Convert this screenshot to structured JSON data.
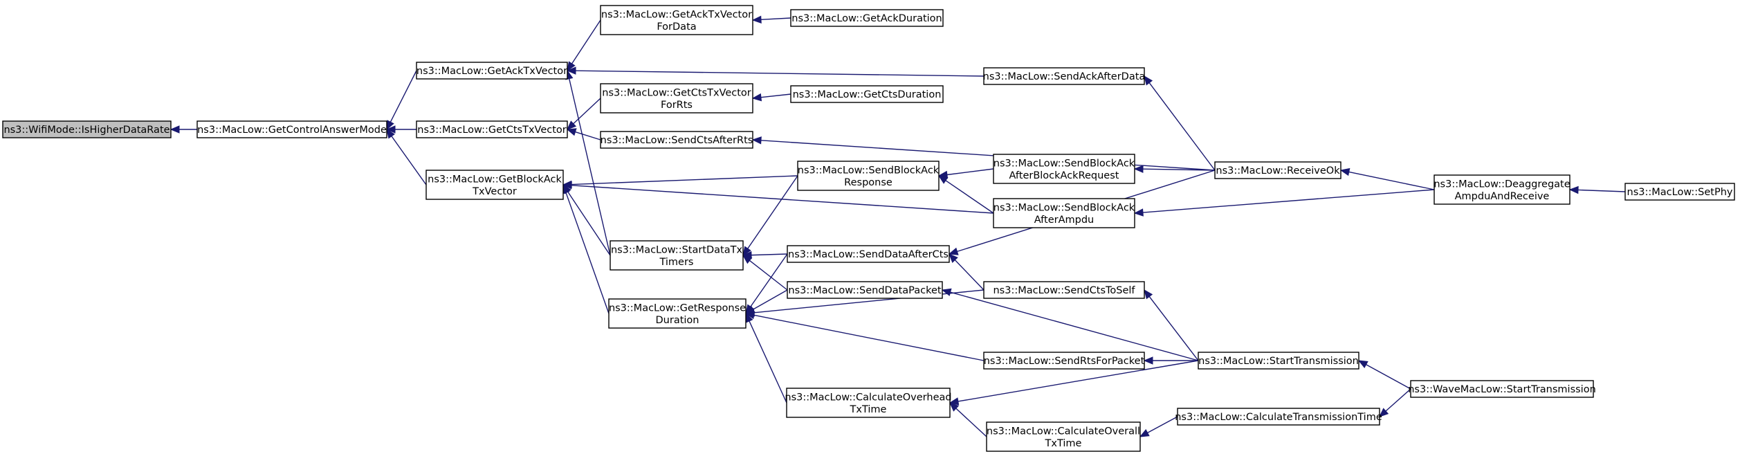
{
  "graph": {
    "colors": {
      "edge": "#191970",
      "node_border": "#000000",
      "root_fill": "#bfbfbf",
      "node_fill": "#ffffff"
    },
    "nodes": {
      "is_higher_data_rate": [
        "ns3::WifiMode::IsHigherDataRate"
      ],
      "get_control_answer_mode": [
        "ns3::MacLow::GetControlAnswerMode"
      ],
      "get_ack_tx_vector": [
        "ns3::MacLow::GetAckTxVector"
      ],
      "get_cts_tx_vector": [
        "ns3::MacLow::GetCtsTxVector"
      ],
      "get_block_ack_tx_vector": [
        "ns3::MacLow::GetBlockAck",
        "TxVector"
      ],
      "get_response_duration": [
        "ns3::MacLow::GetResponse",
        "Duration"
      ],
      "get_ack_tx_vector_for_data": [
        "ns3::MacLow::GetAckTxVector",
        "ForData"
      ],
      "get_cts_tx_vector_for_rts": [
        "ns3::MacLow::GetCtsTxVector",
        "ForRts"
      ],
      "send_cts_after_rts": [
        "ns3::MacLow::SendCtsAfterRts"
      ],
      "start_data_tx_timers": [
        "ns3::MacLow::StartDataTx",
        "Timers"
      ],
      "send_block_ack_response": [
        "ns3::MacLow::SendBlockAck",
        "Response"
      ],
      "send_data_after_cts": [
        "ns3::MacLow::SendDataAfterCts"
      ],
      "send_data_packet": [
        "ns3::MacLow::SendDataPacket"
      ],
      "calculate_overhead_tx_time": [
        "ns3::MacLow::CalculateOverhead",
        "TxTime"
      ],
      "get_ack_duration": [
        "ns3::MacLow::GetAckDuration"
      ],
      "get_cts_duration": [
        "ns3::MacLow::GetCtsDuration"
      ],
      "send_ack_after_data": [
        "ns3::MacLow::SendAckAfterData"
      ],
      "send_block_ack_after_bar": [
        "ns3::MacLow::SendBlockAck",
        "AfterBlockAckRequest"
      ],
      "send_block_ack_after_ampdu": [
        "ns3::MacLow::SendBlockAck",
        "AfterAmpdu"
      ],
      "send_cts_to_self": [
        "ns3::MacLow::SendCtsToSelf"
      ],
      "send_rts_for_packet": [
        "ns3::MacLow::SendRtsForPacket"
      ],
      "calculate_overall_tx_time": [
        "ns3::MacLow::CalculateOverall",
        "TxTime"
      ],
      "receive_ok": [
        "ns3::MacLow::ReceiveOk"
      ],
      "start_transmission": [
        "ns3::MacLow::StartTransmission"
      ],
      "calculate_transmission_time": [
        "ns3::MacLow::CalculateTransmissionTime"
      ],
      "deaggregate_ampdu_and_receive": [
        "ns3::MacLow::Deaggregate",
        "AmpduAndReceive"
      ],
      "wave_start_transmission": [
        "ns3::WaveMacLow::StartTransmission"
      ],
      "set_phy": [
        "ns3::MacLow::SetPhy"
      ]
    },
    "edges": [
      [
        "get_control_answer_mode",
        "is_higher_data_rate"
      ],
      [
        "get_ack_tx_vector",
        "get_control_answer_mode"
      ],
      [
        "get_cts_tx_vector",
        "get_control_answer_mode"
      ],
      [
        "get_block_ack_tx_vector",
        "get_control_answer_mode"
      ],
      [
        "get_ack_tx_vector_for_data",
        "get_ack_tx_vector"
      ],
      [
        "send_ack_after_data",
        "get_ack_tx_vector"
      ],
      [
        "start_data_tx_timers",
        "get_ack_tx_vector"
      ],
      [
        "get_cts_tx_vector_for_rts",
        "get_cts_tx_vector"
      ],
      [
        "send_cts_after_rts",
        "get_cts_tx_vector"
      ],
      [
        "send_block_ack_response",
        "get_block_ack_tx_vector"
      ],
      [
        "send_block_ack_after_ampdu",
        "get_block_ack_tx_vector"
      ],
      [
        "start_data_tx_timers",
        "get_block_ack_tx_vector"
      ],
      [
        "get_response_duration",
        "get_block_ack_tx_vector"
      ],
      [
        "get_ack_duration",
        "get_ack_tx_vector_for_data"
      ],
      [
        "get_cts_duration",
        "get_cts_tx_vector_for_rts"
      ],
      [
        "receive_ok",
        "send_ack_after_data"
      ],
      [
        "receive_ok",
        "send_cts_after_rts"
      ],
      [
        "send_block_ack_response",
        "start_data_tx_timers"
      ],
      [
        "send_data_after_cts",
        "start_data_tx_timers"
      ],
      [
        "send_data_packet",
        "start_data_tx_timers"
      ],
      [
        "send_block_ack_after_bar",
        "send_block_ack_response"
      ],
      [
        "send_block_ack_after_ampdu",
        "send_block_ack_response"
      ],
      [
        "send_data_after_cts",
        "get_response_duration"
      ],
      [
        "send_data_packet",
        "get_response_duration"
      ],
      [
        "send_cts_to_self",
        "get_response_duration"
      ],
      [
        "send_rts_for_packet",
        "get_response_duration"
      ],
      [
        "calculate_overhead_tx_time",
        "get_response_duration"
      ],
      [
        "receive_ok",
        "send_data_after_cts"
      ],
      [
        "send_cts_to_self",
        "send_data_after_cts"
      ],
      [
        "start_transmission",
        "send_data_packet"
      ],
      [
        "start_transmission",
        "send_cts_to_self"
      ],
      [
        "start_transmission",
        "send_rts_for_packet"
      ],
      [
        "start_transmission",
        "calculate_overhead_tx_time"
      ],
      [
        "calculate_overall_tx_time",
        "calculate_overhead_tx_time"
      ],
      [
        "receive_ok",
        "send_block_ack_after_bar"
      ],
      [
        "deaggregate_ampdu_and_receive",
        "send_block_ack_after_ampdu"
      ],
      [
        "calculate_transmission_time",
        "calculate_overall_tx_time"
      ],
      [
        "deaggregate_ampdu_and_receive",
        "receive_ok"
      ],
      [
        "wave_start_transmission",
        "start_transmission"
      ],
      [
        "wave_start_transmission",
        "calculate_transmission_time"
      ],
      [
        "set_phy",
        "deaggregate_ampdu_and_receive"
      ]
    ]
  }
}
